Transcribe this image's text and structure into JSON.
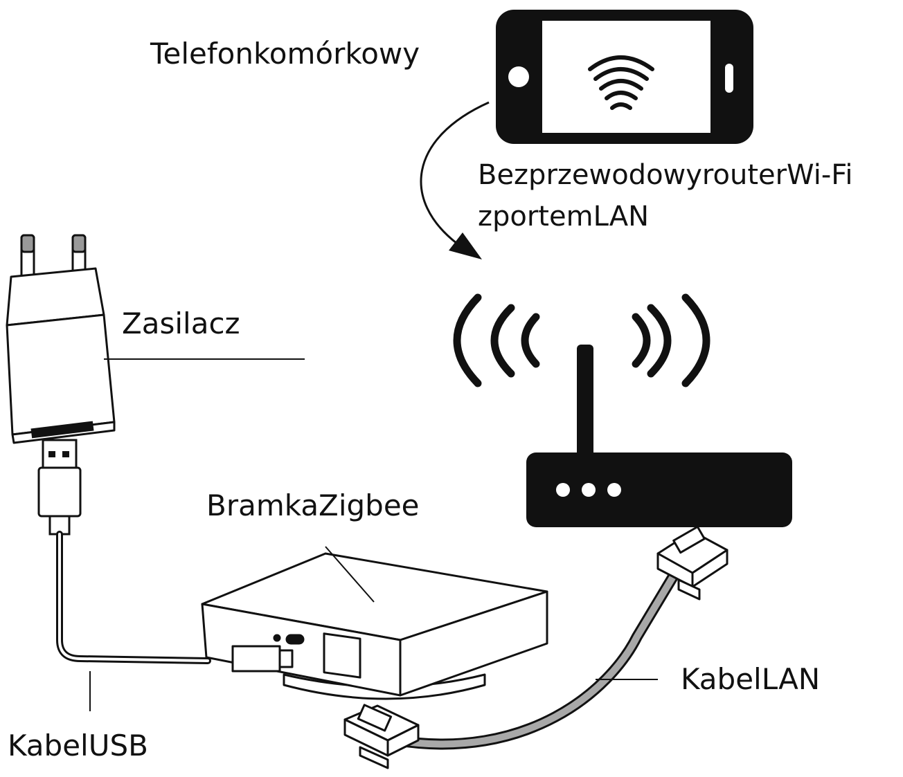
{
  "labels": {
    "phone": "Telefonkomórkowy",
    "router_line1": "BezprzewodowyrouterWi-Fi",
    "router_line2": "zportemLAN",
    "power_adapter": "Zasilacz",
    "gateway": "BramkaZigbee",
    "usb_cable": "KabelUSB",
    "lan_cable": "KabelLAN"
  },
  "colors": {
    "ink": "#111111",
    "lan_cable": "#a8a8a8",
    "background": "#ffffff"
  },
  "icons": [
    "smartphone-icon",
    "wifi-waves-icon",
    "router-icon",
    "power-adapter-icon",
    "usb-plug-icon",
    "zigbee-gateway-icon",
    "rj45-plug-icon"
  ]
}
